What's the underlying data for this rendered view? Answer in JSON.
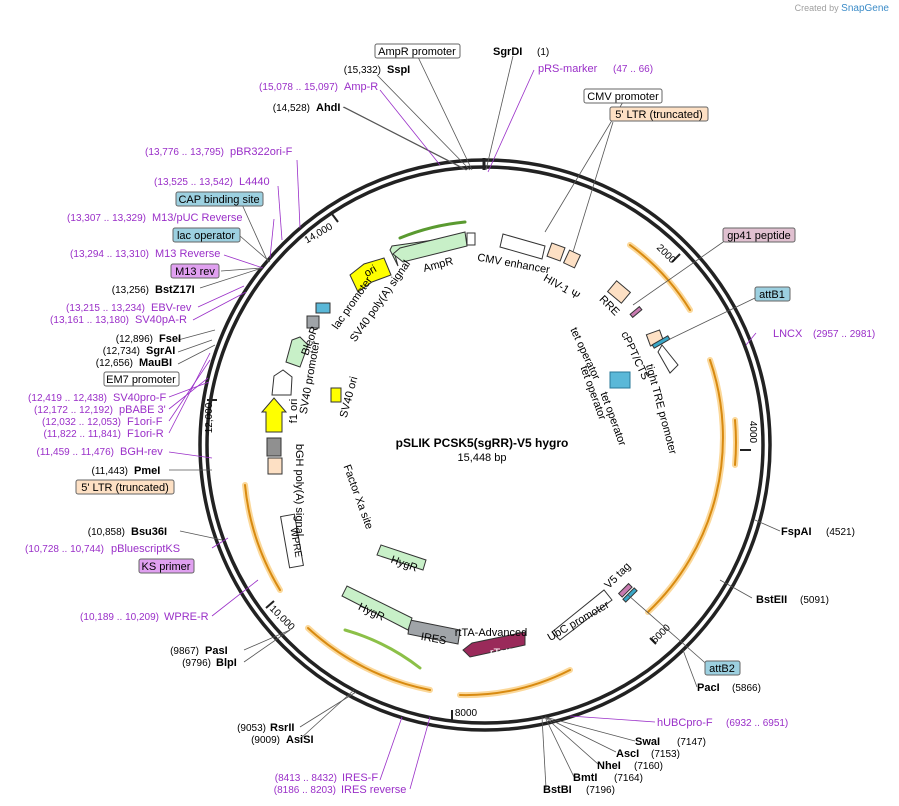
{
  "branding": {
    "created_by": "Created by",
    "app": "SnapGene"
  },
  "plasmid": {
    "name": "pSLIK PCSK5(sgRR)-V5 hygro",
    "size": "15,448 bp"
  },
  "ticks": [
    "2000",
    "4000",
    "6000",
    "8000",
    "10,000",
    "12,000",
    "14,000"
  ],
  "enzymes": [
    {
      "name": "SgrDI",
      "pos": "(1)",
      "side": "right"
    },
    {
      "name": "FspAI",
      "pos": "(4521)",
      "side": "right"
    },
    {
      "name": "BstEII",
      "pos": "(5091)",
      "side": "right"
    },
    {
      "name": "PacI",
      "pos": "(5866)",
      "side": "right"
    },
    {
      "name": "SwaI",
      "pos": "(7147)",
      "side": "right"
    },
    {
      "name": "AscI",
      "pos": "(7153)",
      "side": "right"
    },
    {
      "name": "NheI",
      "pos": "(7160)",
      "side": "right"
    },
    {
      "name": "BmtI",
      "pos": "(7164)",
      "side": "right"
    },
    {
      "name": "BstBI",
      "pos": "(7196)",
      "side": "right"
    },
    {
      "name": "RsrII",
      "pos": "(9053)",
      "side": "left"
    },
    {
      "name": "AsiSI",
      "pos": "(9009)",
      "side": "left"
    },
    {
      "name": "PasI",
      "pos": "(9867)",
      "side": "left"
    },
    {
      "name": "BlpI",
      "pos": "(9796)",
      "side": "left"
    },
    {
      "name": "Bsu36I",
      "pos": "(10,858)",
      "side": "left"
    },
    {
      "name": "PmeI",
      "pos": "(11,443)",
      "side": "left"
    },
    {
      "name": "MauBI",
      "pos": "(12,656)",
      "side": "left"
    },
    {
      "name": "SgrAI",
      "pos": "(12,734)",
      "side": "left"
    },
    {
      "name": "FseI",
      "pos": "(12,896)",
      "side": "left"
    },
    {
      "name": "BstZ17I",
      "pos": "(13,256)",
      "side": "left"
    },
    {
      "name": "AhdI",
      "pos": "(14,528)",
      "side": "left"
    },
    {
      "name": "SspI",
      "pos": "(15,332)",
      "side": "left"
    }
  ],
  "primers": [
    {
      "name": "pRS-marker",
      "range": "(47 .. 66)",
      "side": "right"
    },
    {
      "name": "LNCX",
      "range": "(2957 .. 2981)",
      "side": "right"
    },
    {
      "name": "hUBCpro-F",
      "range": "(6932 .. 6951)",
      "side": "right"
    },
    {
      "name": "IRES-F",
      "range": "(8413 .. 8432)",
      "side": "left"
    },
    {
      "name": "IRES reverse",
      "range": "(8186 .. 8203)",
      "side": "left"
    },
    {
      "name": "WPRE-R",
      "range": "(10,189 .. 10,209)",
      "side": "left"
    },
    {
      "name": "pBluescriptKS",
      "range": "(10,728 .. 10,744)",
      "side": "left"
    },
    {
      "name": "BGH-rev",
      "range": "(11,459 .. 11,476)",
      "side": "left"
    },
    {
      "name": "F1ori-R",
      "range": "(11,822 .. 11,841)",
      "side": "left"
    },
    {
      "name": "F1ori-F",
      "range": "(12,032 .. 12,053)",
      "side": "left"
    },
    {
      "name": "pBABE 3'",
      "range": "(12,172 .. 12,192)",
      "side": "left"
    },
    {
      "name": "SV40pro-F",
      "range": "(12,419 .. 12,438)",
      "side": "left"
    },
    {
      "name": "SV40pA-R",
      "range": "(13,161 .. 13,180)",
      "side": "left"
    },
    {
      "name": "EBV-rev",
      "range": "(13,215 .. 13,234)",
      "side": "left"
    },
    {
      "name": "M13 Reverse",
      "range": "(13,294 .. 13,310)",
      "side": "left"
    },
    {
      "name": "M13/pUC Reverse",
      "range": "(13,307 .. 13,329)",
      "side": "left"
    },
    {
      "name": "L4440",
      "range": "(13,525 .. 13,542)",
      "side": "left"
    },
    {
      "name": "pBR322ori-F",
      "range": "(13,776 .. 13,795)",
      "side": "left"
    },
    {
      "name": "Amp-R",
      "range": "(15,078 .. 15,097)",
      "side": "left"
    }
  ],
  "boxed_labels": [
    {
      "name": "AmpR promoter"
    },
    {
      "name": "CMV promoter"
    },
    {
      "name": "5' LTR (truncated)"
    },
    {
      "name": "gp41 peptide"
    },
    {
      "name": "attB1"
    },
    {
      "name": "attB2"
    },
    {
      "name": "CAP binding site"
    },
    {
      "name": "lac operator"
    },
    {
      "name": "M13 rev"
    },
    {
      "name": "EM7 promoter"
    },
    {
      "name": "5' LTR (truncated)"
    },
    {
      "name": "KS primer"
    }
  ],
  "features": [
    {
      "name": "CMV enhancer"
    },
    {
      "name": "HIV-1 Ψ"
    },
    {
      "name": "RRE"
    },
    {
      "name": "cPPT/CTS"
    },
    {
      "name": "tight TRE promoter"
    },
    {
      "name": "tet operator"
    },
    {
      "name": "tet operator"
    },
    {
      "name": "tet operator"
    },
    {
      "name": "V5 tag"
    },
    {
      "name": "UbC promoter"
    },
    {
      "name": "rtTA-Advanced"
    },
    {
      "name": "rTetR"
    },
    {
      "name": "IRES"
    },
    {
      "name": "HygR"
    },
    {
      "name": "HygR"
    },
    {
      "name": "Factor Xa site"
    },
    {
      "name": "WPRE"
    },
    {
      "name": "bGH poly(A) signal"
    },
    {
      "name": "f1 ori"
    },
    {
      "name": "SV40 promoter"
    },
    {
      "name": "SV40 ori"
    },
    {
      "name": "BleoR"
    },
    {
      "name": "lac promoter"
    },
    {
      "name": "SV40 poly(A) signal"
    },
    {
      "name": "ori"
    },
    {
      "name": "AmpR"
    }
  ],
  "colors": {
    "ring": "#222222",
    "primer": "#9a2fc8",
    "enzyme": "#000000",
    "orf": "#f2a623",
    "ampr": "#c8f0c8",
    "tet": "#3aa8c8"
  }
}
